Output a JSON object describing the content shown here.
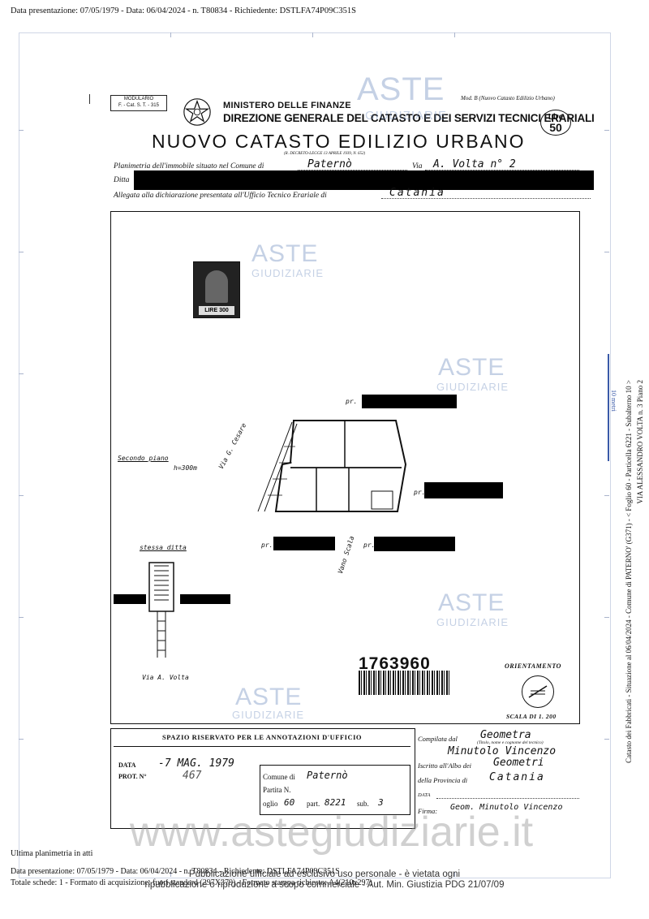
{
  "header": {
    "top_line": "Data presentazione: 07/05/1979 - Data: 06/04/2024 - n. T80834 - Richiedente: DSTLFA74P09C351S"
  },
  "form": {
    "modulario": "MODULARIO",
    "modulario_code": "F. - Cat. S. T. - 315",
    "ministry": "MINISTERO DELLE FINANZE",
    "direction": "DIREZIONE GENERALE DEL CATASTO E DEI SERVIZI TECNICI ERARIALI",
    "mod_b": "Mod. B (Nuovo Catasto Edilizio Urbano)",
    "lire_label": "Lire",
    "lire_value": "50",
    "title": "NUOVO CATASTO EDILIZIO URBANO",
    "decree": "(R. DECRETO-LEGGE 13 APRILE 1939, N. 652)",
    "planimetria_label": "Planimetria dell'immobile situato nel Comune di",
    "comune_value": "Paternò",
    "via_label": "Via",
    "via_value": "A. Volta n° 2",
    "ditta_label": "Ditta",
    "allegata_label": "Allegata alla dichiarazione presentata all'Ufficio Tecnico Erariale di",
    "ufficio_value": "Catania"
  },
  "plan": {
    "stamp_label": "LIRE 300",
    "piano": "Secondo piano",
    "altezza": "h=300m",
    "via_cesare": "Via G. Cesare",
    "stessa_ditta": "stessa ditta",
    "vano_scala": "Vano Scala",
    "via_volta": "Via A. Volta",
    "pr1": "pr.",
    "pr2": "pr.",
    "pr3": "pr.",
    "pr4": "pr.",
    "barcode_number": "1763960",
    "orientamento": "ORIENTAMENTO",
    "scala": "SCALA DI 1. 200",
    "scale_bar": "10 metri"
  },
  "annotations": {
    "title": "SPAZIO RISERVATO PER LE ANNOTAZIONI D'UFFICIO",
    "data_label": "DATA",
    "data_value": "-7 MAG. 1979",
    "prot_label": "PROT. N°",
    "prot_value": "467",
    "comune_label": "Comune di",
    "comune_value": "Paternò",
    "partita_label": "Partita N.",
    "foglio_label": "oglio",
    "foglio_value": "60",
    "part_label": "part.",
    "part_value": "8221",
    "sub_label": "sub.",
    "sub_value": "3"
  },
  "compilata": {
    "compilata_label": "Compilata dal",
    "compilata_value": "Geometra",
    "nota": "(Titolo, nome e cognome del tecnico)",
    "nome": "Minutolo Vincenzo",
    "iscritto_label": "Iscritto all'Albo dei",
    "iscritto_value": "Geometri",
    "provincia_label": "della Provincia di",
    "provincia_value": "Catania",
    "data_label": "DATA",
    "firma_label": "Firma:",
    "firma_value": "Geom. Minutolo Vincenzo"
  },
  "watermarks": {
    "aste": "ASTE",
    "giudiziarie": "GIUDIZIARIE",
    "site": "www.astegiudiziarie.it"
  },
  "side_note": {
    "line1": "Catasto dei Fabbricati - Situazione al 06/04/2024 - Comune di PATERNO' (G371) - < Foglio 60 - Particella 6221 - Subalterno 10 >",
    "line2": "VIA ALESSANDRO VOLTA n. 3 Piano 2"
  },
  "footer": {
    "ultima": "Ultima planimetria in atti",
    "line1": "Data presentazione: 07/05/1979 - Data: 06/04/2024 - n. T80834 - Richiedente: DSTLFA74P09C351S",
    "line2": "Totale schede: 1 - Formato di acquisizione: fuori standard (297X379) - Formato stampa richiesto: A4(210x297)",
    "pub1": "Pubblicazione ufficiale ad esclusivo uso personale - è vietata ogni",
    "pub2": "ripubblicazione o riproduzione a scopo commerciale - Aut. Min. Giustizia PDG 21/07/09"
  }
}
